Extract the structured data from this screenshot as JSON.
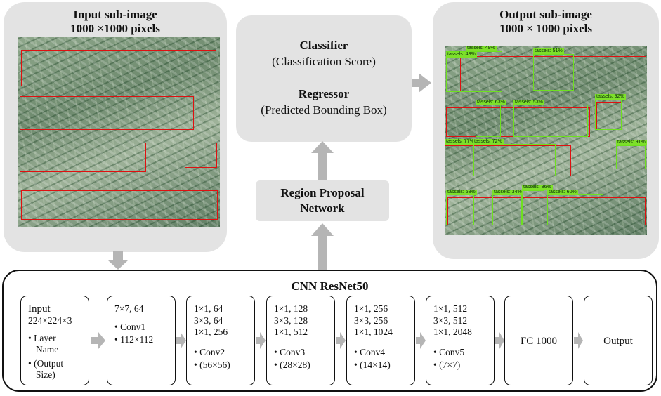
{
  "input_panel": {
    "title_line1": "Input sub-image",
    "title_line2": "1000 ×1000 pixels"
  },
  "output_panel": {
    "title_line1": "Output sub-image",
    "title_line2": "1000 × 1000 pixels",
    "detections": [
      "tassels: 49%",
      "tassels: 43%",
      "tassels: 51%",
      "tassels: 63%",
      "tassels: 53%",
      "tassels: 92%",
      "tassels: 77%",
      "tassels: 72%",
      "tassels: 91%",
      "tassels: 68%",
      "tassels: 34%",
      "tassels: 86%",
      "tassels: 60%"
    ]
  },
  "classifier_box": {
    "classifier_title": "Classifier",
    "classifier_sub": "(Classification Score)",
    "regressor_title": "Regressor",
    "regressor_sub": "(Predicted Bounding Box)"
  },
  "rpn_box": {
    "line1": "Region Proposal",
    "line2": "Network"
  },
  "cnn": {
    "title": "CNN ResNet50",
    "input_layer": {
      "line1": "Input",
      "line2": "224×224×3",
      "bullet1_a": "Layer",
      "bullet1_b": "Name",
      "bullet2_a": "(Output",
      "bullet2_b": "Size)"
    },
    "conv1": {
      "line1": "7×7, 64",
      "name": "Conv1",
      "size": "112×112"
    },
    "conv2": {
      "line1": "1×1, 64",
      "line2": "3×3, 64",
      "line3": "1×1, 256",
      "name": "Conv2",
      "size": "(56×56)"
    },
    "conv3": {
      "line1": "1×1, 128",
      "line2": "3×3, 128",
      "line3": "1×1, 512",
      "name": "Conv3",
      "size": "(28×28)"
    },
    "conv4": {
      "line1": "1×1, 256",
      "line2": "3×3, 256",
      "line3": "1×1, 1024",
      "name": "Conv4",
      "size": "(14×14)"
    },
    "conv5": {
      "line1": "1×1, 512",
      "line2": "3×3, 512",
      "line3": "1×1, 2048",
      "name": "Conv5",
      "size": "(7×7)"
    },
    "fc": {
      "label": "FC 1000"
    },
    "output": {
      "label": "Output"
    },
    "bullet": "•"
  },
  "colors": {
    "panel_bg": "#e3e3e3",
    "arrow": "#b5b5b5",
    "gt_box": "#e01010",
    "pred_box": "#6ee020"
  }
}
